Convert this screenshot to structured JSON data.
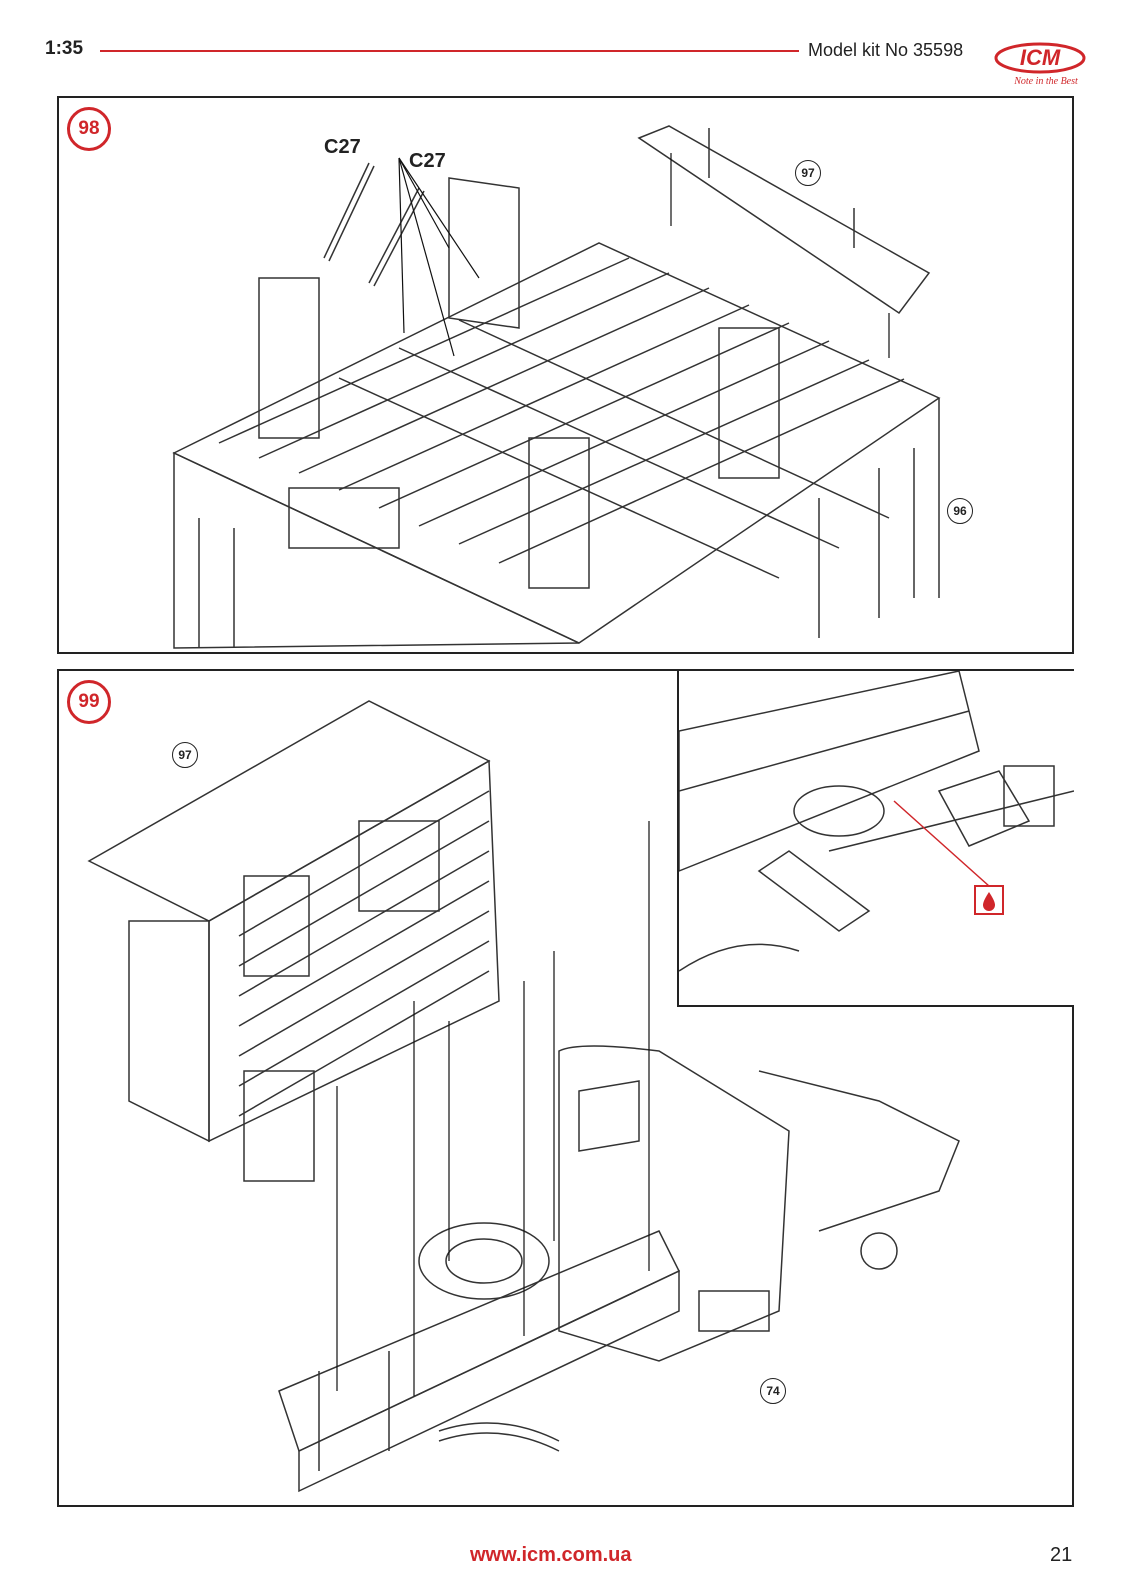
{
  "header": {
    "scale": "1:35",
    "kit_label": "Model kit No 35598",
    "logo_text": "ICM",
    "logo_tagline": "Note in the Best"
  },
  "step98": {
    "number": "98",
    "part_labels": [
      "C27",
      "C27"
    ],
    "refs": [
      "97",
      "96"
    ]
  },
  "step99": {
    "number": "99",
    "refs": [
      "97",
      "74"
    ]
  },
  "footer": {
    "url": "www.icm.com.ua",
    "page": "21"
  },
  "colors": {
    "accent": "#d0262a",
    "line": "#222222"
  }
}
